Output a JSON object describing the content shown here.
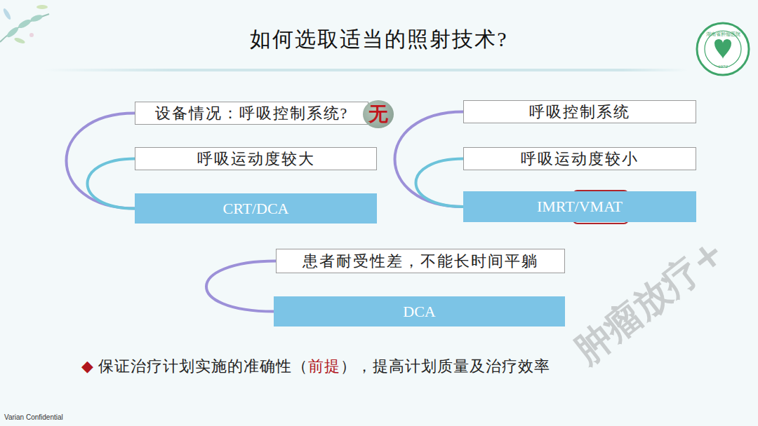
{
  "diagram": {
    "title": "如何选取适当的照射技术?",
    "nodes": [
      {
        "text": [
          "设备情况：呼吸控制系统?"
        ]
      },
      {
        "text": [
          "无"
        ]
      },
      {
        "text": [
          "呼吸运动度较大"
        ]
      },
      {
        "text": [
          "CRT/DCA"
        ]
      },
      {
        "text": [
          "呼吸控制系统"
        ]
      },
      {
        "text": [
          "呼吸运动度较小"
        ]
      },
      {
        "text": [
          "IMRT/VMAT"
        ]
      },
      {
        "text": [
          "患者耐受性差，不能长时间平躺"
        ]
      },
      {
        "text": [
          "DCA"
        ]
      }
    ],
    "edges": [
      {
        "from": 0,
        "to": 3,
        "arrow": "none"
      },
      {
        "from": 2,
        "to": 3,
        "arrow": "none"
      },
      {
        "from": 4,
        "to": 6,
        "arrow": "none"
      },
      {
        "from": 5,
        "to": 6,
        "arrow": "none"
      },
      {
        "from": 7,
        "to": 8,
        "arrow": "none"
      }
    ],
    "labels": [
      "◆",
      "保证治疗计划实施的准确性（",
      "前提",
      "），提高计划质量及治疗效率",
      "Varian Confidential",
      "肿瘤放疗+",
      "湖南省肿瘤医院",
      "1972"
    ]
  }
}
